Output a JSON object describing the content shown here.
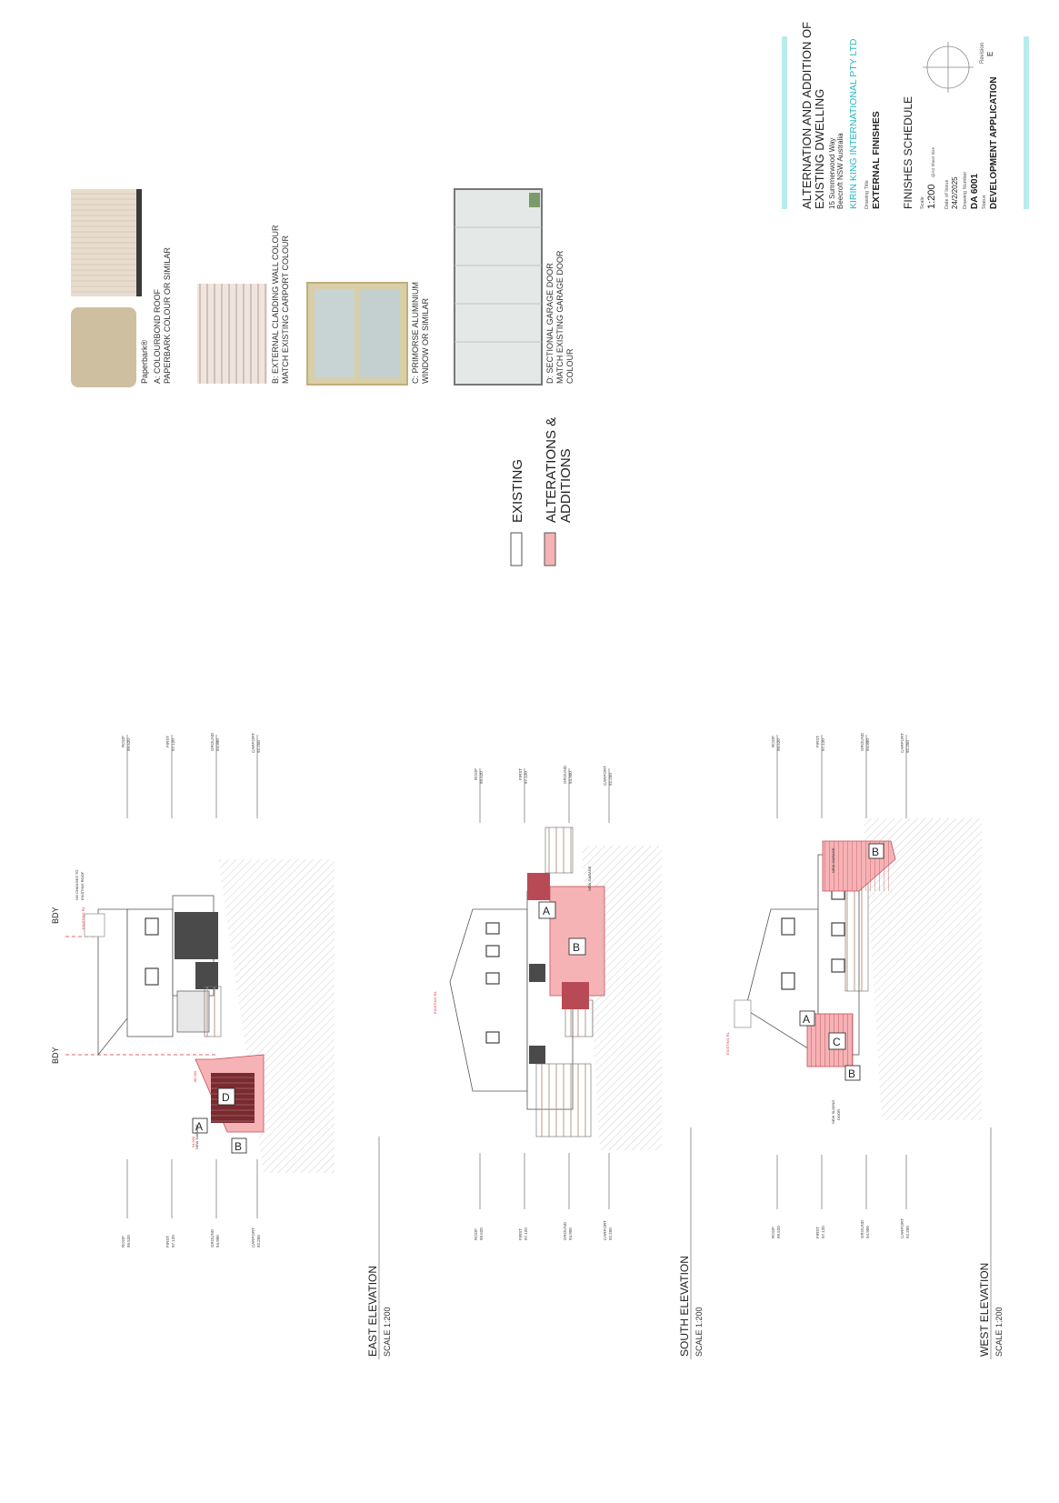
{
  "title_block": {
    "project_line1": "ALTERNATION AND ADDITION OF",
    "project_line2": "EXISTING DWELLING",
    "address_line1": "15 Summerwood Way",
    "address_line2": "Beecroft  NSW   Australia",
    "company": "KIRIN KING INTERNATIONAL PTY LTD",
    "drawing_title_label": "Drawing Title",
    "drawing_title": "EXTERNAL FINISHES",
    "schedule_title": "FINISHES SCHEDULE",
    "scale_label": "Scale",
    "scale_value": "1:200",
    "sheet_size_note": "@A3 Sheet Size",
    "date_label": "Date of Issue",
    "date_value": "24/2/2025",
    "drawing_number_label": "Drawing Number",
    "drawing_number": "DA 6001",
    "status_label": "Status",
    "status": "DEVELOPMENT APPLICATION",
    "revision_label": "Revision",
    "revision": "E",
    "accent_color": "#b8ecec"
  },
  "finishes": [
    {
      "code": "A",
      "line1": "A: COLOURBOND ROOF",
      "line2": "PAPERBARK COLOUR OR SIMILAR",
      "line3": "",
      "swatch_label": "Paperbark®"
    },
    {
      "code": "B",
      "line1": "B: EXTERNAL CLADDING WALL COLOUR",
      "line2": "MATCH EXISTING CARPORT COLOUR",
      "line3": ""
    },
    {
      "code": "C",
      "line1": "C: PRIMORSE ALUMINIUM",
      "line2": "WINDOW OR SIMILAR",
      "line3": ""
    },
    {
      "code": "D",
      "line1": "D: SECTIONAL GARAGE DOOR",
      "line2": "MATCH EXISTING GARAGE DOOR",
      "line3": "COLOUR"
    }
  ],
  "legend": {
    "existing": "EXISTING",
    "alterations_line1": "ALTERATIONS &",
    "alterations_line2": "ADDITIONS",
    "alterations_color": "#f6b3b6"
  },
  "levels": {
    "roof": "ROOF",
    "roof_value": "99.520",
    "first": "FIRST",
    "first_value": "97.120",
    "ground": "GROUND",
    "ground_value": "94.900",
    "carport": "CARPORT",
    "carport_value": "92.250"
  },
  "elevations": [
    {
      "name": "EAST ELEVATION",
      "scale": "SCALE 1:200"
    },
    {
      "name": "SOUTH ELEVATION",
      "scale": "SCALE 1:200"
    },
    {
      "name": "WEST ELEVATION",
      "scale": "SCALE 1:200"
    }
  ],
  "annotations": {
    "bdy": "BDY",
    "no_changes_line1": "NO CHANGES TO",
    "no_changes_line2": "EXISTING ROOF",
    "new_garage": "NEW GARAGE",
    "new_sliding_line1": "NEW SLIDING",
    "new_sliding_line2": "DOOR",
    "existing_rl": "EXISTING RL",
    "rl_a": "98.260",
    "rl_b": "94.900"
  }
}
